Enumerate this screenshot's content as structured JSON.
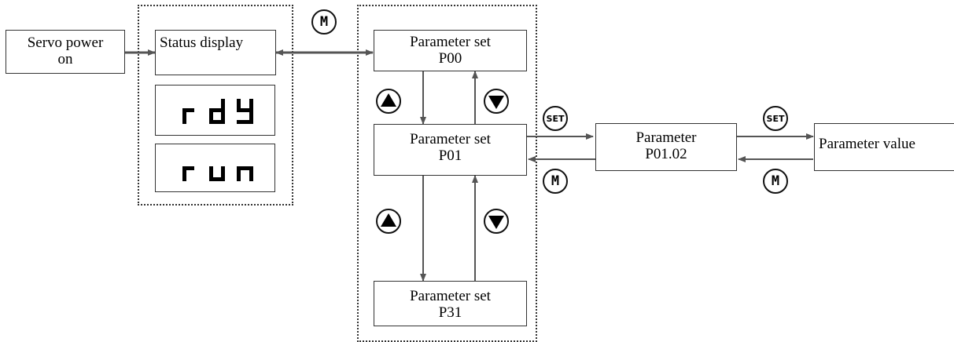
{
  "nodes": {
    "servo_on": {
      "line1": "Servo power",
      "line2": "on"
    },
    "status_display": {
      "label": "Status display"
    },
    "lcd_rdy": {
      "icon": "seven-segment-rdy"
    },
    "lcd_run": {
      "icon": "seven-segment-run"
    },
    "p00": {
      "line1": "Parameter set",
      "line2": "P00"
    },
    "p01": {
      "line1": "Parameter set",
      "line2": "P01"
    },
    "p31": {
      "line1": "Parameter set",
      "line2": "P31"
    },
    "param": {
      "line1": "Parameter",
      "line2": "P01.02"
    },
    "value": {
      "label": "Parameter value"
    }
  },
  "buttons": {
    "m_top": "M",
    "up_1": "up-triangle",
    "down_1": "down-triangle",
    "up_2": "up-triangle",
    "down_2": "down-triangle",
    "set_1": "SET",
    "m_1": "M",
    "set_2": "SET",
    "m_2": "M"
  },
  "colors": {
    "line": "#555555",
    "border": "#333333"
  }
}
